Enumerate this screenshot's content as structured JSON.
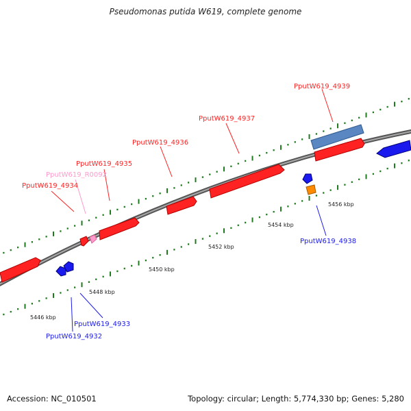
{
  "title": "Pseudomonas putida W619, complete genome",
  "footer": {
    "accession": "Accession: NC_010501",
    "topology": "Topology: circular; Length: 5,774,330 bp; Genes: 5,280"
  },
  "colors": {
    "forward_gene": "#ff2222",
    "reverse_gene": "#1a1aee",
    "rrna_label": "#ff99cc",
    "blue_block": "#5a86c2",
    "orange_block": "#ff8a00",
    "backbone": "#777777",
    "tick": "#1d7a1d"
  },
  "scale": {
    "ticks": [
      {
        "label": "5446 kbp"
      },
      {
        "label": "5448 kbp"
      },
      {
        "label": "5450 kbp"
      },
      {
        "label": "5452 kbp"
      },
      {
        "label": "5454 kbp"
      },
      {
        "label": "5456 kbp"
      }
    ]
  },
  "gene_labels_forward": [
    {
      "name": "PputW619_4934",
      "strand": "forward"
    },
    {
      "name": "PputW619_R0092",
      "strand": "rrna"
    },
    {
      "name": "PputW619_4935",
      "strand": "forward"
    },
    {
      "name": "PputW619_4936",
      "strand": "forward"
    },
    {
      "name": "PputW619_4937",
      "strand": "forward"
    },
    {
      "name": "PputW619_4939",
      "strand": "forward"
    }
  ],
  "gene_labels_reverse": [
    {
      "name": "PputW619_4938",
      "strand": "reverse"
    },
    {
      "name": "PputW619_4933",
      "strand": "reverse"
    },
    {
      "name": "PputW619_4932",
      "strand": "reverse"
    }
  ]
}
